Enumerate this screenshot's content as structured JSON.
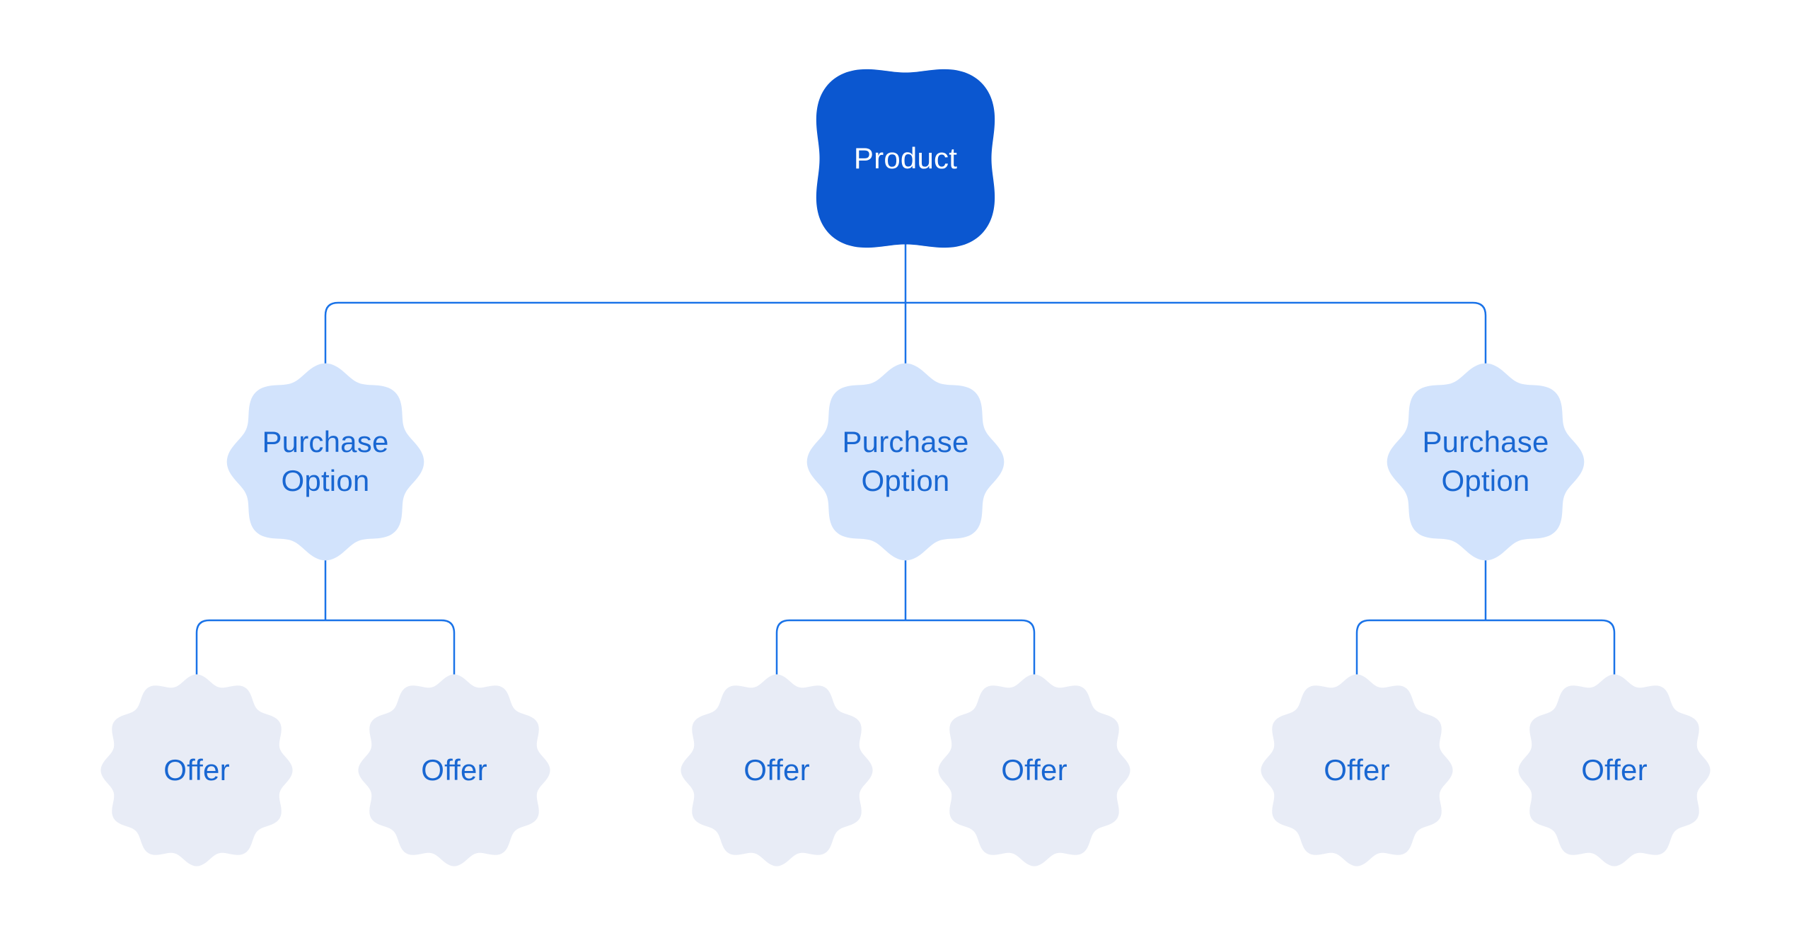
{
  "diagram": {
    "root": {
      "label": "Product"
    },
    "branches": [
      {
        "label": "Purchase Option",
        "offers": [
          {
            "label": "Offer"
          },
          {
            "label": "Offer"
          }
        ]
      },
      {
        "label": "Purchase Option",
        "offers": [
          {
            "label": "Offer"
          },
          {
            "label": "Offer"
          }
        ]
      },
      {
        "label": "Purchase Option",
        "offers": [
          {
            "label": "Offer"
          },
          {
            "label": "Offer"
          }
        ]
      }
    ],
    "colors": {
      "root_fill": "#0b57d0",
      "root_text": "#ffffff",
      "purchase_fill": "#d2e3fc",
      "purchase_text": "#1967d2",
      "offer_fill": "#e8ecf6",
      "offer_text": "#1967d2",
      "connector": "#1a73e8",
      "background": "#ffffff"
    }
  }
}
